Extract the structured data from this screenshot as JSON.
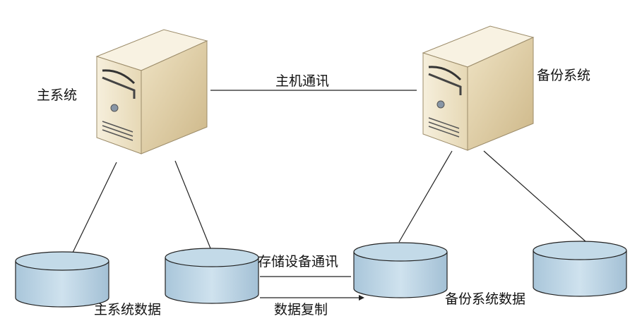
{
  "labels": {
    "main_system": "主系统",
    "host_comm": "主机通讯",
    "backup_system": "备份系统",
    "storage_comm": "存储设备通讯",
    "data_replication": "数据复制",
    "main_system_data": "主系统数据",
    "backup_system_data": "备份系统数据"
  },
  "colors": {
    "server_front": "#efe4c8",
    "server_side": "#d9c79c",
    "disk_fill": "#b9d3e3",
    "disk_stroke": "#222222"
  }
}
